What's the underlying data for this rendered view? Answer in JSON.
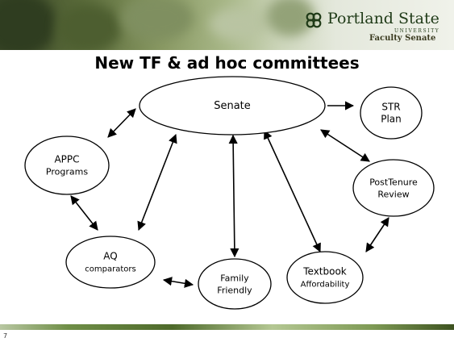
{
  "header": {
    "logo_name": "Portland State",
    "logo_university": "UNIVERSITY",
    "logo_subtitle": "Faculty Senate"
  },
  "slide": {
    "title": "New TF & ad hoc committees",
    "page_number": "7"
  },
  "nodes": {
    "senate": {
      "lines": [
        "Senate"
      ]
    },
    "str": {
      "lines": [
        "STR",
        "Plan"
      ]
    },
    "appc": {
      "lines": [
        "APPC",
        "Programs"
      ]
    },
    "posttenure": {
      "lines": [
        "PostTenure",
        "Review"
      ]
    },
    "aq": {
      "lines": [
        "AQ",
        "comparators"
      ]
    },
    "family": {
      "lines": [
        "Family",
        "Friendly"
      ]
    },
    "textbook": {
      "lines": [
        "Textbook",
        "Affordability"
      ]
    }
  },
  "edges": [
    {
      "from": "senate",
      "to": "str",
      "direction": "forward"
    },
    {
      "from": "senate",
      "to": "appc",
      "direction": "both"
    },
    {
      "from": "senate",
      "to": "aq",
      "direction": "both"
    },
    {
      "from": "senate",
      "to": "family",
      "direction": "both"
    },
    {
      "from": "senate",
      "to": "textbook",
      "direction": "both"
    },
    {
      "from": "senate",
      "to": "posttenure",
      "direction": "both"
    },
    {
      "from": "appc",
      "to": "aq",
      "direction": "both"
    },
    {
      "from": "aq",
      "to": "family",
      "direction": "both"
    },
    {
      "from": "textbook",
      "to": "posttenure",
      "direction": "both"
    }
  ]
}
